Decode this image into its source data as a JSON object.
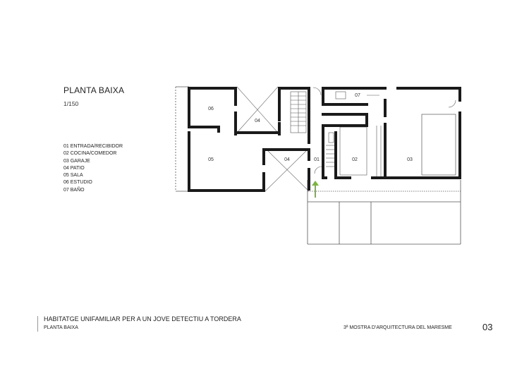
{
  "plan": {
    "title": "PLANTA BAIXA",
    "scale": "1/150",
    "legend": [
      "01 ENTRADA/RECIBIDOR",
      "02 COCINA/COMEDOR",
      "03 GARAJE",
      "04 PATIO",
      "05 SALA",
      "06 ESTUDIO",
      "07 BAÑO"
    ],
    "room_labels": {
      "entrance": "01",
      "kitchen": "02",
      "garage": "03",
      "patio_top": "04",
      "patio_bottom": "04",
      "living": "05",
      "study": "06",
      "bath": "07"
    }
  },
  "footer": {
    "title": "HABITATGE UNIFAMILIAR PER A UN JOVE DETECTIU A TORDERA",
    "subtitle": "PLANTA BAIXA",
    "exhibition": "3ª MOSTRA D'ARQUITECTURA DEL MARESME",
    "page_number": "03"
  },
  "colors": {
    "wall": "#1a1a1a",
    "thin_line": "#555555",
    "entry_arrow": "#7cb342"
  }
}
